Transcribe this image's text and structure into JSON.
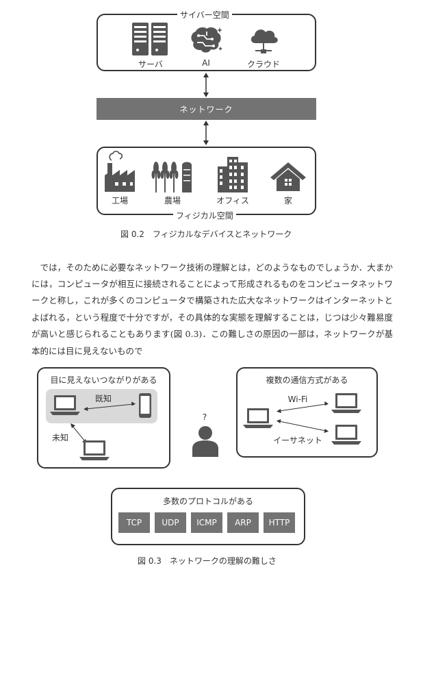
{
  "fig02": {
    "cyber_label": "サイバー空間",
    "physical_label": "フィジカル空間",
    "network_label": "ネットワーク",
    "cyber_items": [
      "サーバ",
      "AI",
      "クラウド"
    ],
    "physical_items": [
      "工場",
      "農場",
      "オフィス",
      "家"
    ],
    "caption": "図 0.2　フィジカルなデバイスとネットワーク"
  },
  "paragraph": "では，そのために必要なネットワーク技術の理解とは，どのようなものでしょうか．大まかには，コンピュータが相互に接続されることによって形成されるものをコンピュータネットワークと称し，これが多くのコンピュータで構築された広大なネットワークはインターネットとよばれる，という程度で十分ですが，その具体的な実態を理解することは，じつは少々難易度が高いと感じられることもあります(図 0.3)．この難しさの原因の一部は，ネットワークが基本的には目に見えないもので",
  "fig03": {
    "invisible": {
      "title": "目に見えないつながりがある",
      "known": "既知",
      "unknown": "未知"
    },
    "question_mark": "?",
    "comm": {
      "title": "複数の通信方式がある",
      "wifi": "Wi-Fi",
      "ethernet": "イーサネット"
    },
    "protocols": {
      "title": "多数のプロトコルがある",
      "items": [
        "TCP",
        "UDP",
        "ICMP",
        "ARP",
        "HTTP"
      ]
    },
    "caption": "図 0.3　ネットワークの理解の難しさ"
  }
}
